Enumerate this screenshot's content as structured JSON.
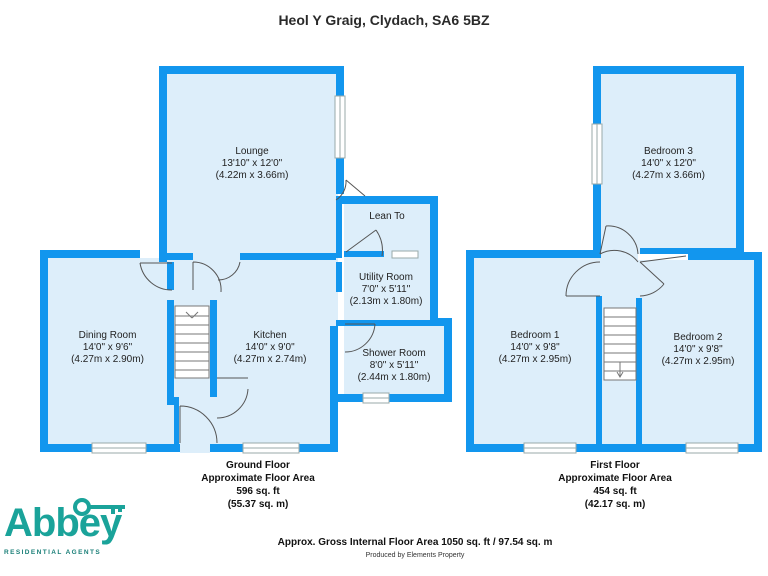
{
  "title": "Heol Y Graig, Clydach, SA6 5BZ",
  "colors": {
    "wall": "#1296ee",
    "room_fill": "#ddeefa",
    "text": "#222222",
    "brand": "#1aa39a"
  },
  "rooms": {
    "lounge": {
      "name": "Lounge",
      "imperial": "13'10\" x 12'0\"",
      "metric": "(4.22m x 3.66m)"
    },
    "lean_to": {
      "name": "Lean To"
    },
    "utility": {
      "name": "Utility Room",
      "imperial": "7'0\" x 5'11\"",
      "metric": "(2.13m x 1.80m)"
    },
    "shower": {
      "name": "Shower Room",
      "imperial": "8'0\" x 5'11\"",
      "metric": "(2.44m x 1.80m)"
    },
    "dining": {
      "name": "Dining Room",
      "imperial": "14'0\" x 9'6\"",
      "metric": "(4.27m x 2.90m)"
    },
    "kitchen": {
      "name": "Kitchen",
      "imperial": "14'0\" x 9'0\"",
      "metric": "(4.27m x 2.74m)"
    },
    "bedroom3": {
      "name": "Bedroom 3",
      "imperial": "14'0\" x 12'0\"",
      "metric": "(4.27m x 3.66m)"
    },
    "bedroom1": {
      "name": "Bedroom 1",
      "imperial": "14'0\" x 9'8\"",
      "metric": "(4.27m x 2.95m)"
    },
    "bedroom2": {
      "name": "Bedroom 2",
      "imperial": "14'0\" x 9'8\"",
      "metric": "(4.27m x 2.95m)"
    }
  },
  "ground_floor": {
    "name": "Ground Floor",
    "area_label": "Approximate Floor Area",
    "sqft": "596 sq. ft",
    "sqm": "(55.37 sq. m)"
  },
  "first_floor": {
    "name": "First Floor",
    "area_label": "Approximate Floor Area",
    "sqft": "454 sq. ft",
    "sqm": "(42.17 sq. m)"
  },
  "gross_area": "Approx. Gross Internal Floor Area 1050 sq. ft / 97.54 sq. m",
  "produced_by": "Produced by Elements Property",
  "logo": {
    "word": "Abbey",
    "tagline": "RESIDENTIAL AGENTS"
  }
}
